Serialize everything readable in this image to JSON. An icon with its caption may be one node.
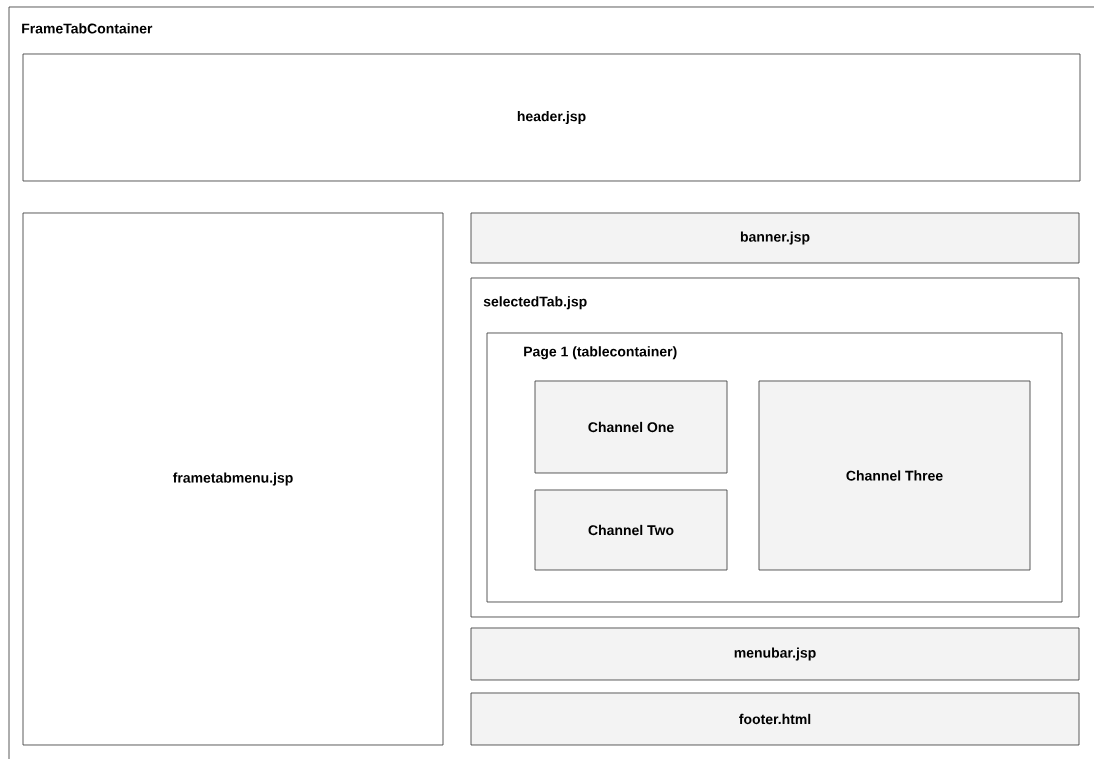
{
  "diagram": {
    "nodes": [
      {
        "text": [
          "FrameTabContainer"
        ]
      },
      {
        "text": [
          "header.jsp"
        ],
        "in": 0
      },
      {
        "text": [
          "frametabmenu.jsp"
        ],
        "in": 0
      },
      {
        "text": [
          "banner.jsp"
        ],
        "in": 0
      },
      {
        "text": [
          "selectedTab.jsp"
        ],
        "in": 0
      },
      {
        "text": [
          "Page 1 (tablecontainer)"
        ],
        "in": 4
      },
      {
        "text": [
          "Channel One"
        ],
        "in": 5
      },
      {
        "text": [
          "Channel Two"
        ],
        "in": 5
      },
      {
        "text": [
          "Channel Three"
        ],
        "in": 5
      },
      {
        "text": [
          "menubar.jsp"
        ],
        "in": 0
      },
      {
        "text": [
          "footer.html"
        ],
        "in": 0
      }
    ]
  }
}
